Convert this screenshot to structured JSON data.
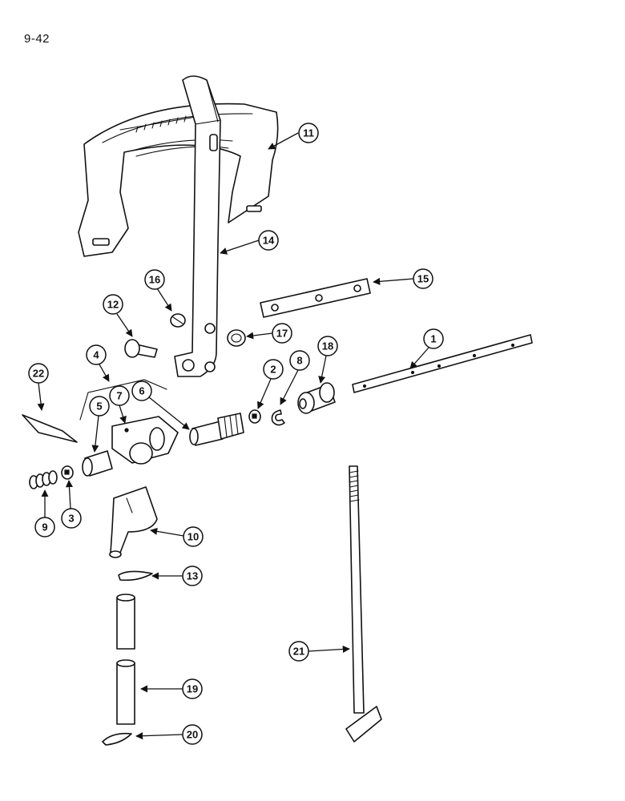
{
  "page_id": "9-42",
  "callouts": {
    "c1": "1",
    "c2": "2",
    "c3": "3",
    "c4": "4",
    "c5": "5",
    "c6": "6",
    "c7": "7",
    "c8": "8",
    "c9": "9",
    "c10": "10",
    "c11": "11",
    "c12": "12",
    "c13": "13",
    "c14": "14",
    "c15": "15",
    "c16": "16",
    "c17": "17",
    "c18": "18",
    "c19": "19",
    "c20": "20",
    "c21": "21",
    "c22": "22"
  }
}
